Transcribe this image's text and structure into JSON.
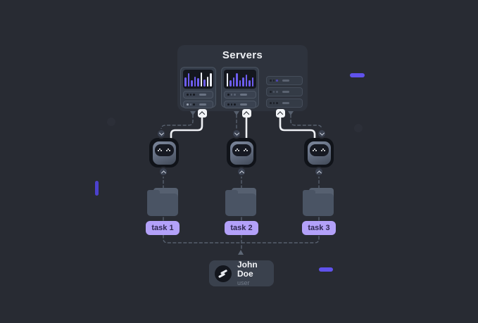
{
  "servers_panel": {
    "title": "Servers",
    "cards": [
      {
        "id": "server-1",
        "dimmed": false,
        "chart": {
          "type": "bar",
          "bars": [
            {
              "h": 13,
              "c": "purple"
            },
            {
              "h": 19,
              "c": "purple"
            },
            {
              "h": 9,
              "c": "purple"
            },
            {
              "h": 14,
              "c": "purple"
            },
            {
              "h": 12,
              "c": "purple"
            },
            {
              "h": 20,
              "c": "white"
            },
            {
              "h": 10,
              "c": "purple"
            },
            {
              "h": 14,
              "c": "white"
            },
            {
              "h": 19,
              "c": "white"
            }
          ]
        },
        "rows": [
          {
            "dots": [
              "dark",
              "dark",
              "dark"
            ]
          },
          {
            "dots": [
              "lightgray",
              "gray",
              "dark"
            ]
          }
        ]
      },
      {
        "id": "server-2",
        "dimmed": false,
        "chart": {
          "type": "bar",
          "bars": [
            {
              "h": 19,
              "c": "white"
            },
            {
              "h": 9,
              "c": "purple"
            },
            {
              "h": 13,
              "c": "purple"
            },
            {
              "h": 19,
              "c": "purple"
            },
            {
              "h": 9,
              "c": "purple"
            },
            {
              "h": 13,
              "c": "purple"
            },
            {
              "h": 17,
              "c": "purple"
            },
            {
              "h": 9,
              "c": "purple"
            },
            {
              "h": 13,
              "c": "purple"
            }
          ]
        },
        "rows": [
          {
            "dots": [
              "dark",
              "gray",
              "gray"
            ]
          },
          {
            "dots": [
              "dark",
              "dark",
              "dark"
            ]
          }
        ]
      },
      {
        "id": "server-3",
        "dimmed": true,
        "chart": null,
        "rows": [
          {
            "dots": [
              "dark",
              "dark",
              "purple"
            ]
          },
          {
            "dots": [
              "dark",
              "gray",
              "gray"
            ]
          },
          {
            "dots": [
              "dark",
              "dark",
              "dark"
            ]
          }
        ]
      }
    ]
  },
  "agents": [
    {
      "id": "agent-1"
    },
    {
      "id": "agent-2"
    },
    {
      "id": "agent-3"
    }
  ],
  "tasks": [
    {
      "label": "task 1"
    },
    {
      "label": "task 2"
    },
    {
      "label": "task 3"
    }
  ],
  "user_card": {
    "name": "John Doe",
    "role": "user"
  },
  "icons": {
    "uplink": "chevron-up-icon",
    "downlink": "chevron-down-icon",
    "server_plug": "arrow-down-plug",
    "user_arrow": "arrow-up-icon"
  },
  "colors": {
    "background": "#282b33",
    "panel": "#2e333d",
    "card": "#353d4a",
    "card_border": "#49525f",
    "row": "#3a4250",
    "row_border": "#4d5664",
    "chart_bg": "#14171e",
    "bar_purple": "#6d5df0",
    "bar_white": "#eceef4",
    "dot_dark": "#171a21",
    "dot_gray": "#5b6474",
    "dot_lightgray": "#99a1b0",
    "dot_purple": "#5b4ee0",
    "line_solid": "#eef0f4",
    "line_dashed": "#57606e",
    "task_pill_bg": "#b3a1f9",
    "task_pill_text": "#2f2752",
    "decor_indigo": "#4c41ce",
    "decor_purple": "#6052ec"
  }
}
